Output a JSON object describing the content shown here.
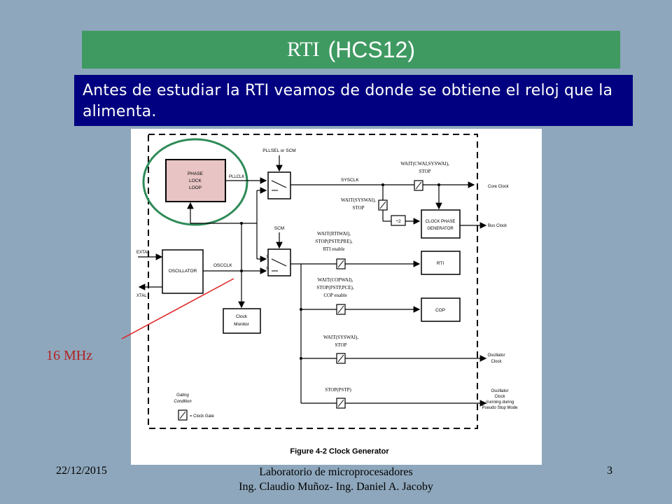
{
  "title": {
    "part1": "RTI",
    "part2": "(HCS12)"
  },
  "intro_text": "Antes de estudiar la RTI veamos de donde se obtiene el reloj que la alimenta.",
  "annotation": "16 MHz",
  "figure": {
    "caption": "Figure 4-2  Clock Generator",
    "blocks": {
      "pll": [
        "PHASE",
        "LOCK",
        "LOOP"
      ],
      "oscillator": "OSCILLATOR",
      "clock_monitor": [
        "Clock",
        "Monitor"
      ],
      "clock_phase_gen": [
        "CLOCK PHASE",
        "GENERATOR"
      ],
      "rti": "RTI",
      "cop": "COP",
      "div2": "÷2"
    },
    "signals": {
      "pllsel": "PLLSEL or SCM",
      "pllclk": "PLLCLK",
      "sysclk": "SYSCLK",
      "scm": "SCM",
      "oscclk": "OSCCLK",
      "extal": "EXTAL",
      "xtal": "XTAL"
    },
    "gate_labels": {
      "g1": [
        "WAIT(CWAI,SYSWAI),",
        "STOP"
      ],
      "g2": [
        "WAIT(SYSWAI),",
        "STOP"
      ],
      "g3": [
        "WAIT(RTIWAI),",
        "STOP(PSTP,PRE),",
        "RTI enable"
      ],
      "g4": [
        "WAIT(COPWAI),",
        "STOP(PSTP,PCE),",
        "COP enable"
      ],
      "g5": [
        "WAIT(SYSWAI),",
        "STOP"
      ],
      "g6": [
        "STOP(PSTP)"
      ]
    },
    "outputs": {
      "core": "Core Clock",
      "bus": "Bus Clock",
      "osc": [
        "Oscillator",
        "Clock"
      ],
      "osc_pseudo": [
        "Oscillator",
        "Clock",
        "(running during",
        "Pseudo Stop Mode"
      ]
    },
    "legend": {
      "title": [
        "Gating",
        "Condition"
      ],
      "text": "= Clock Gate"
    },
    "mux_labels": [
      "1",
      "0"
    ]
  },
  "footer": {
    "date": "22/12/2015",
    "center": [
      "Laboratorio de microprocesadores",
      "Ing. Claudio Muñoz- Ing. Daniel A. Jacoby"
    ],
    "page": "3"
  },
  "colors": {
    "background": "#8ea7bc",
    "title_bar": "#3f9a62",
    "intro_bg": "#000080",
    "highlight_fill": "#e8c4c4",
    "highlight_ring": "#2e8b57",
    "annotation": "#b22222"
  }
}
